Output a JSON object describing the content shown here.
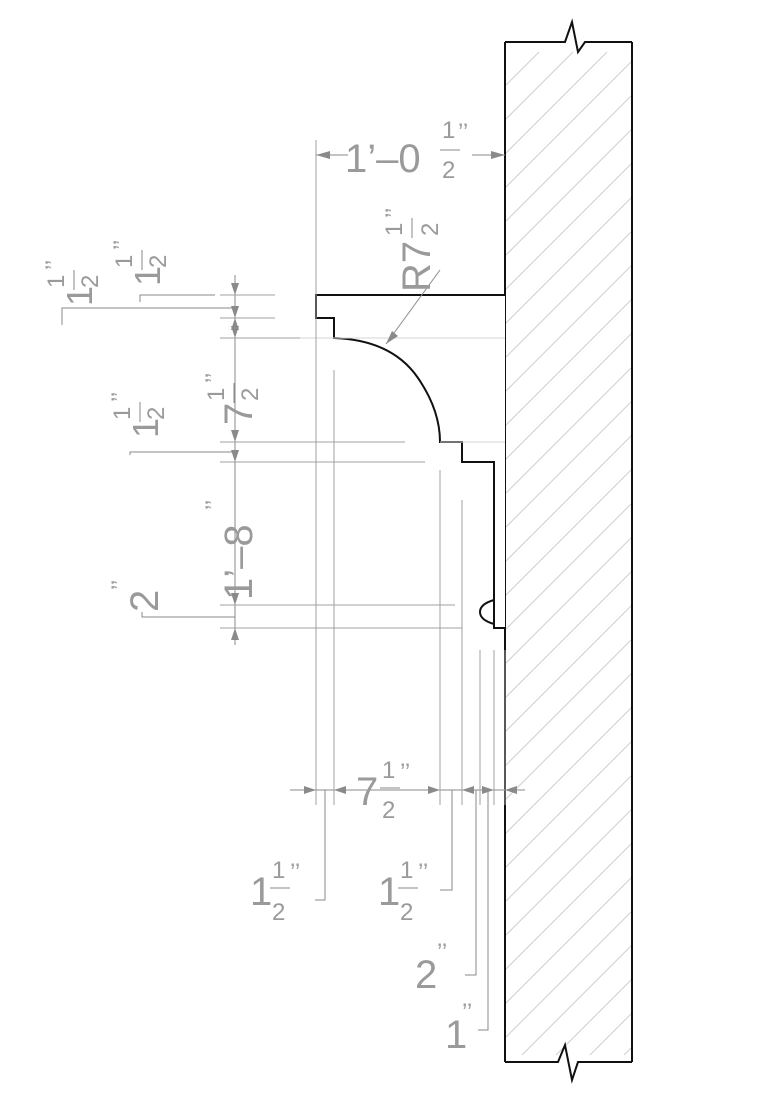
{
  "dimensions": {
    "overall_projection": {
      "whole": "1’–0",
      "numerator": "1",
      "denominator": "2",
      "mark": "’’"
    },
    "radius": {
      "prefix": "R7",
      "numerator": "1",
      "denominator": "2",
      "mark": "’’"
    },
    "top_step_1": {
      "whole": "1",
      "numerator": "1",
      "denominator": "2",
      "mark": "’’"
    },
    "top_step_2": {
      "whole": "1",
      "numerator": "1",
      "denominator": "2",
      "mark": "’’"
    },
    "cove_height": {
      "whole": "7",
      "numerator": "1",
      "denominator": "2",
      "mark": "’’"
    },
    "lower_step": {
      "whole": "1",
      "numerator": "1",
      "denominator": "2",
      "mark": "’’"
    },
    "frieze_height": {
      "text": "1’–8",
      "mark": "’’"
    },
    "bead": {
      "whole": "2",
      "mark": "’’"
    },
    "bottom_left_step": {
      "whole": "1",
      "numerator": "1",
      "denominator": "2",
      "mark": "’’"
    },
    "cove_depth": {
      "whole": "7",
      "numerator": "1",
      "denominator": "2",
      "mark": "’’"
    },
    "bottom_mid_step": {
      "whole": "1",
      "numerator": "1",
      "denominator": "2",
      "mark": "’’"
    },
    "bead_depth": {
      "whole": "2",
      "mark": "’’"
    },
    "board_depth": {
      "whole": "1",
      "mark": "’’"
    }
  }
}
